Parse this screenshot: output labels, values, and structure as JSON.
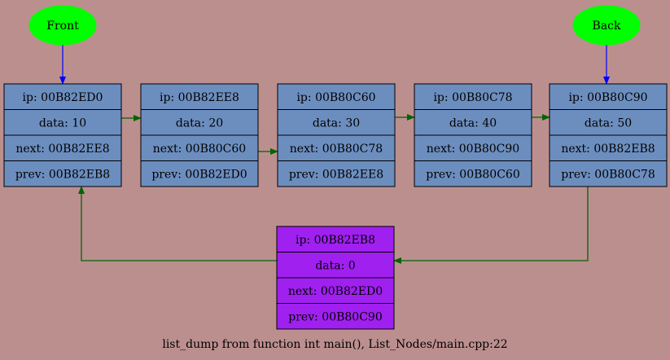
{
  "caption": "list_dump from function int main(), List_Nodes/main.cpp:22",
  "colors": {
    "background": "#bc8f8f",
    "node_fill": "#6c8ebf",
    "sentinel_fill": "#a020f0",
    "pointer_fill": "#00ff00",
    "link_edge": "#006400",
    "pointer_edge": "#0000ff"
  },
  "pointers": [
    {
      "id": "front",
      "label": "Front",
      "target": "n1"
    },
    {
      "id": "back",
      "label": "Back",
      "target": "n5"
    }
  ],
  "nodes": [
    {
      "id": "n1",
      "kind": "node",
      "rows": [
        {
          "label": "ip",
          "value": "00B82ED0"
        },
        {
          "label": "data",
          "value": "10"
        },
        {
          "label": "next",
          "value": "00B82EE8"
        },
        {
          "label": "prev",
          "value": "00B82EB8"
        }
      ]
    },
    {
      "id": "n2",
      "kind": "node",
      "rows": [
        {
          "label": "ip",
          "value": "00B82EE8"
        },
        {
          "label": "data",
          "value": "20"
        },
        {
          "label": "next",
          "value": "00B80C60"
        },
        {
          "label": "prev",
          "value": "00B82ED0"
        }
      ]
    },
    {
      "id": "n3",
      "kind": "node",
      "rows": [
        {
          "label": "ip",
          "value": "00B80C60"
        },
        {
          "label": "data",
          "value": "30"
        },
        {
          "label": "next",
          "value": "00B80C78"
        },
        {
          "label": "prev",
          "value": "00B82EE8"
        }
      ]
    },
    {
      "id": "n4",
      "kind": "node",
      "rows": [
        {
          "label": "ip",
          "value": "00B80C78"
        },
        {
          "label": "data",
          "value": "40"
        },
        {
          "label": "next",
          "value": "00B80C90"
        },
        {
          "label": "prev",
          "value": "00B80C60"
        }
      ]
    },
    {
      "id": "n5",
      "kind": "node",
      "rows": [
        {
          "label": "ip",
          "value": "00B80C90"
        },
        {
          "label": "data",
          "value": "50"
        },
        {
          "label": "next",
          "value": "00B82EB8"
        },
        {
          "label": "prev",
          "value": "00B80C78"
        }
      ]
    },
    {
      "id": "s0",
      "kind": "sentinel",
      "rows": [
        {
          "label": "ip",
          "value": "00B82EB8"
        },
        {
          "label": "data",
          "value": "0"
        },
        {
          "label": "next",
          "value": "00B82ED0"
        },
        {
          "label": "prev",
          "value": "00B80C90"
        }
      ]
    }
  ],
  "edges": [
    {
      "from": "n1",
      "to": "n2"
    },
    {
      "from": "n2",
      "to": "n3"
    },
    {
      "from": "n3",
      "to": "n4"
    },
    {
      "from": "n4",
      "to": "n5"
    },
    {
      "from": "n5",
      "to": "s0"
    },
    {
      "from": "s0",
      "to": "n1"
    }
  ]
}
